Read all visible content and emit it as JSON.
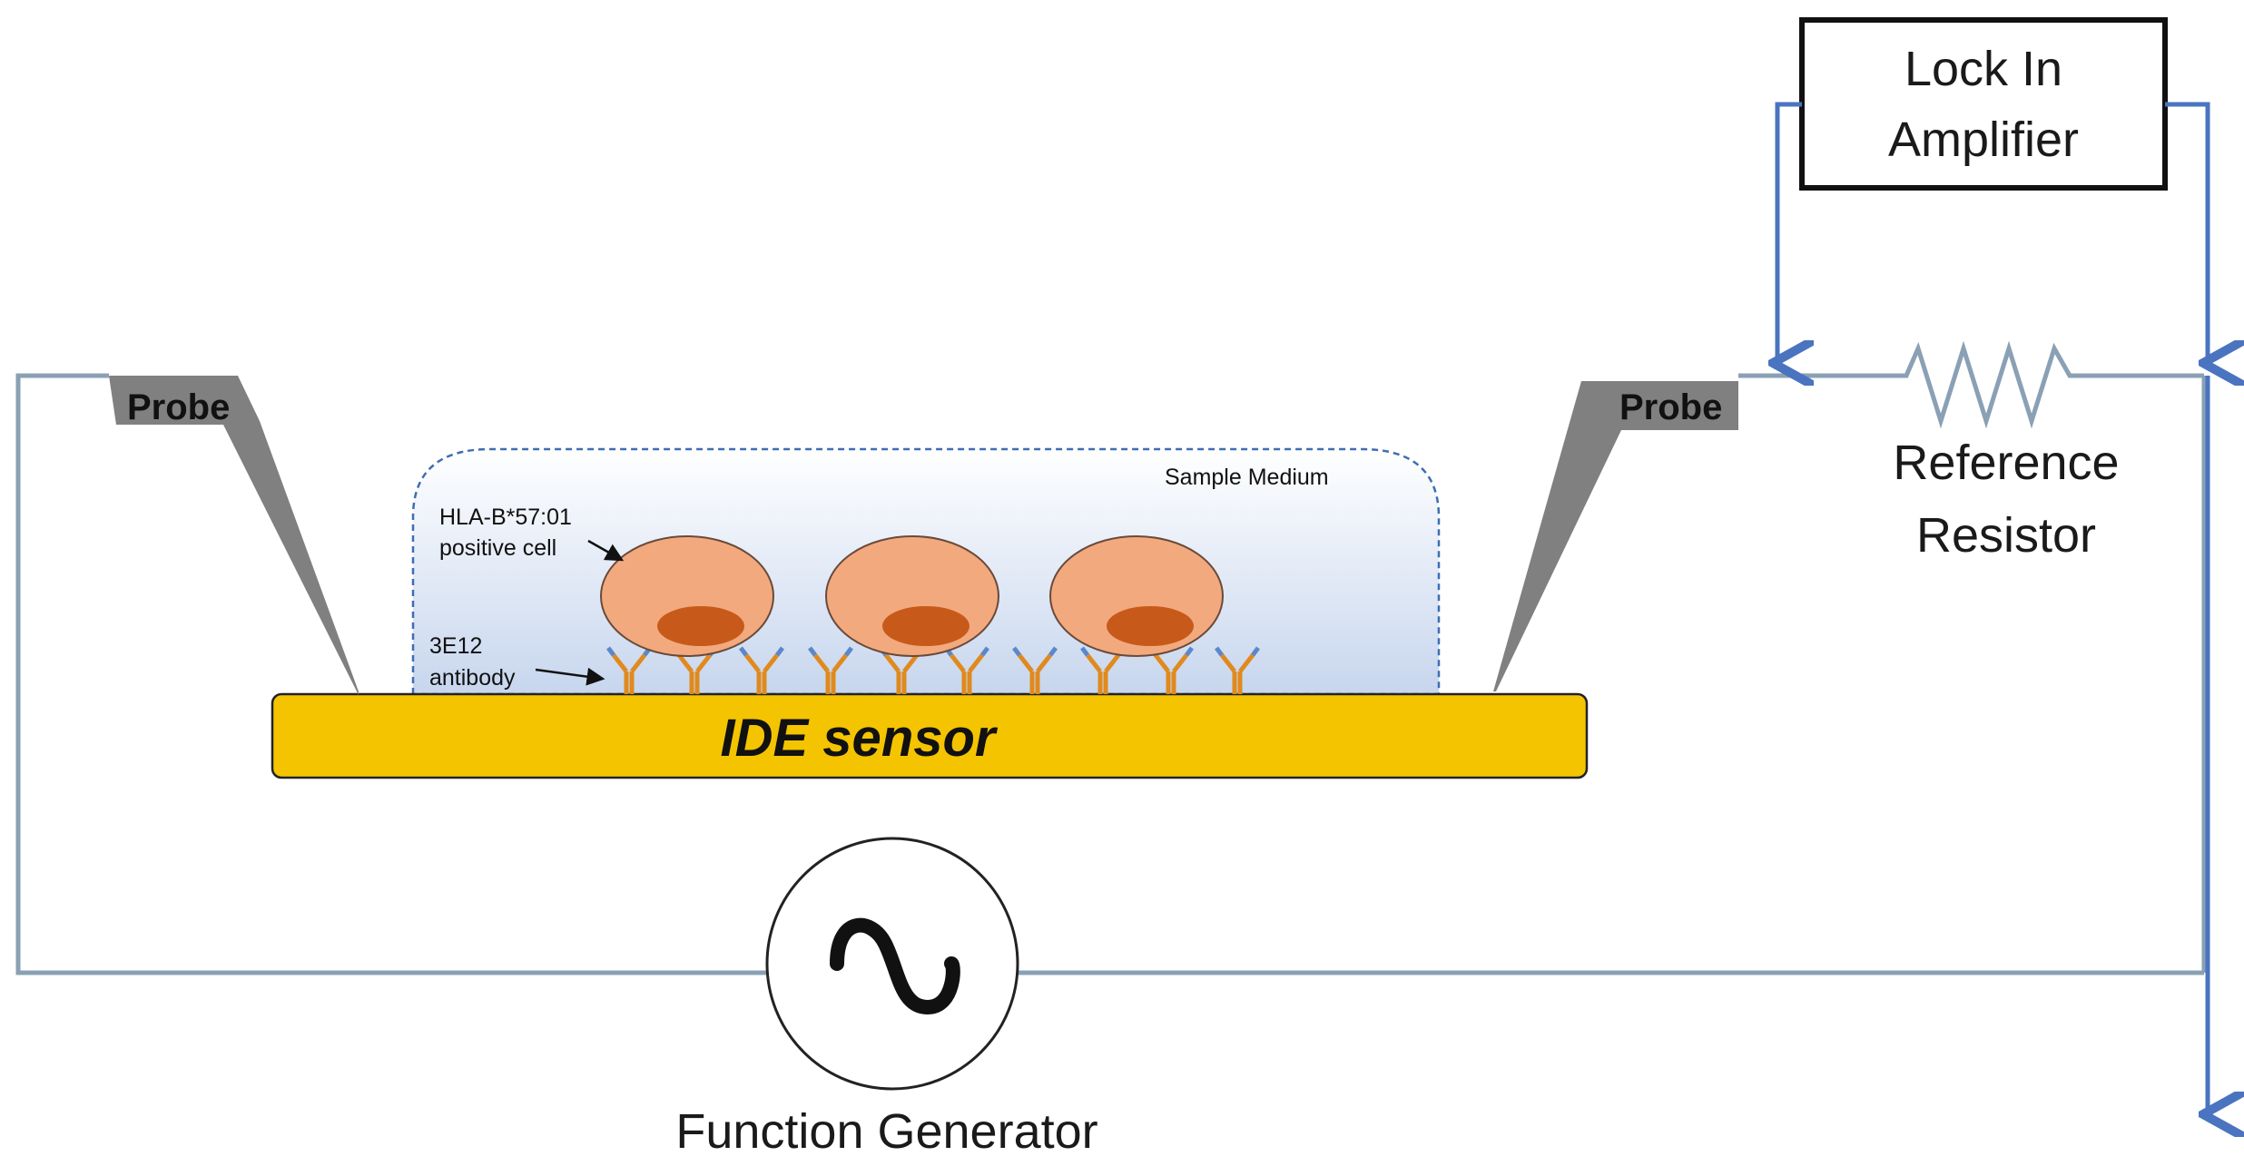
{
  "labels": {
    "lock_in_line1": "Lock In",
    "lock_in_line2": "Amplifier",
    "reference_line1": "Reference",
    "reference_line2": "Resistor",
    "probe_left": "Probe",
    "probe_right": "Probe",
    "sample_medium": "Sample Medium",
    "cell_line1": "HLA-B*57:01",
    "cell_line2": "positive cell",
    "antibody_line1": "3E12",
    "antibody_line2": "antibody",
    "sensor": "IDE sensor",
    "function_generator": "Function Generator",
    "generator_symbol": "∿"
  },
  "cells": {
    "count": 3
  },
  "antibodies": {
    "count": 10
  },
  "colors": {
    "wire": "#8aa0b4",
    "signal_arrow": "#4a74c0",
    "sensor_fill": "#f5c400",
    "cell_fill": "#f3a97e",
    "nucleus_fill": "#c75a1a",
    "antibody": "#e08a1e",
    "antibody_tip": "#5b88c9",
    "probe_fill": "#808080",
    "medium_border": "#3f6db3"
  },
  "icons": {
    "generator": "sine-wave-icon",
    "resistor": "resistor-zigzag-icon"
  }
}
